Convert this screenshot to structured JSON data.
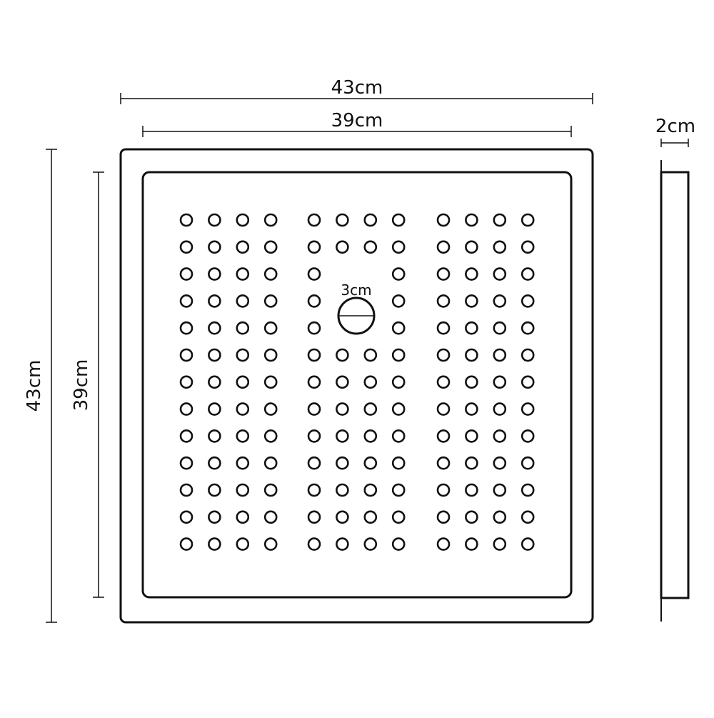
{
  "diagram": {
    "outer_width_label": "43cm",
    "inner_width_label": "39cm",
    "outer_height_label": "43cm",
    "inner_height_label": "39cm",
    "thickness_label": "2cm",
    "drain_label": "3cm"
  },
  "holes": {
    "rows": 13,
    "columns_per_group": 4,
    "groups": 3,
    "drain_replaces": [
      [
        2,
        1
      ],
      [
        2,
        2
      ],
      [
        3,
        1
      ],
      [
        3,
        2
      ],
      [
        4,
        1
      ],
      [
        4,
        2
      ]
    ]
  },
  "colors": {
    "stroke": "#111111",
    "background": "#ffffff"
  }
}
